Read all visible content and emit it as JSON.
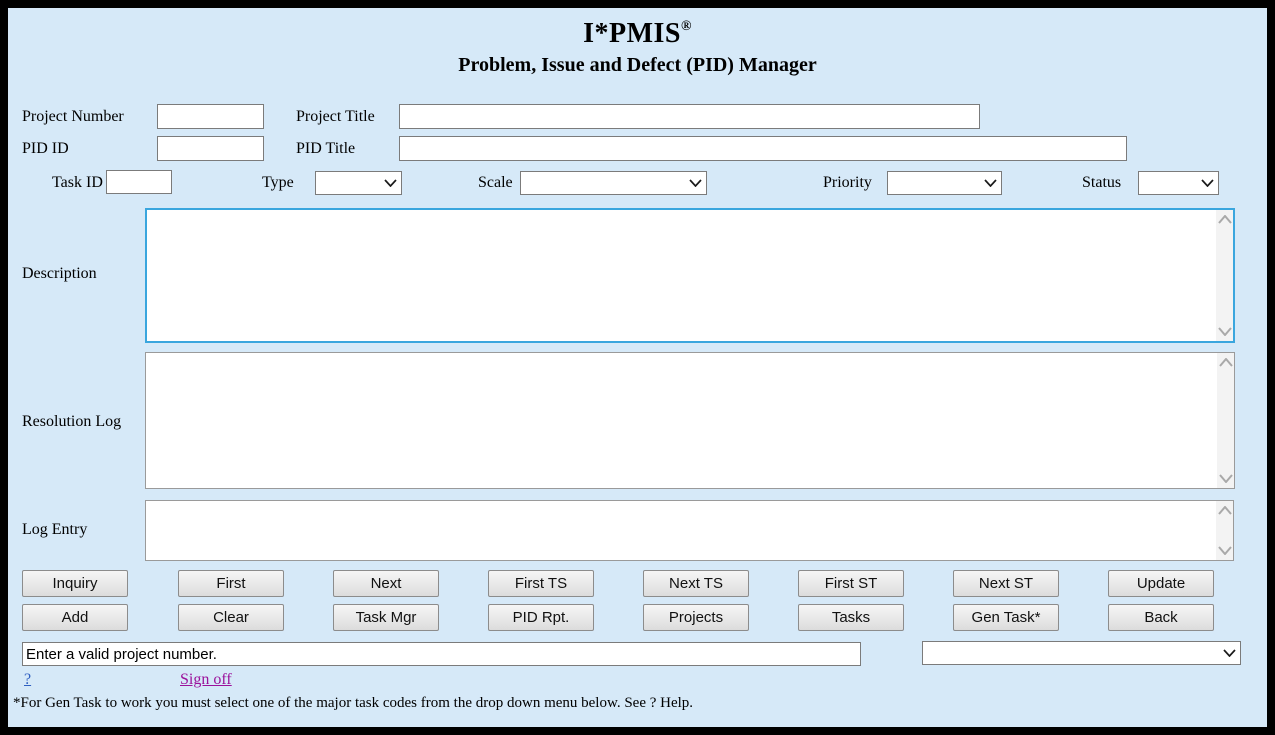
{
  "header": {
    "brand": "I*PMIS",
    "registered_mark": "®",
    "subtitle": "Problem, Issue and Defect (PID) Manager"
  },
  "fields": {
    "project_number_label": "Project Number",
    "project_title_label": "Project Title",
    "pid_id_label": "PID ID",
    "pid_title_label": "PID Title",
    "task_id_label": "Task ID",
    "type_label": "Type",
    "scale_label": "Scale",
    "priority_label": "Priority",
    "status_label": "Status",
    "description_label": "Description",
    "resolution_log_label": "Resolution Log",
    "log_entry_label": "Log Entry"
  },
  "values": {
    "project_number": "",
    "project_title": "",
    "pid_id": "",
    "pid_title": "",
    "task_id": "",
    "type_selected": "",
    "scale_selected": "",
    "priority_selected": "",
    "status_selected": "",
    "description": "",
    "resolution_log": "",
    "log_entry": "",
    "task_code_selected": ""
  },
  "buttons": {
    "row1": [
      "Inquiry",
      "First",
      "Next",
      "First TS",
      "Next TS",
      "First ST",
      "Next ST",
      "Update"
    ],
    "row2": [
      "Add",
      "Clear",
      "Task Mgr",
      "PID Rpt.",
      "Projects",
      "Tasks",
      "Gen Task*",
      "Back"
    ]
  },
  "status_bar": {
    "message": "Enter a valid project number."
  },
  "links": {
    "help": "?",
    "sign_off": "Sign off"
  },
  "footnote": "*For Gen Task to work you must select one of the major task codes from the drop down menu below. See ? Help.",
  "colors": {
    "page_background": "#d6e9f8",
    "frame": "#000000",
    "focused_field_border": "#3aa6de",
    "field_border": "#7b7b7b",
    "button_face_top": "#f6f6f6",
    "button_face_bottom": "#dcdcdc",
    "help_link": "#2f5fc1",
    "sign_off_link": "#9b119b"
  }
}
